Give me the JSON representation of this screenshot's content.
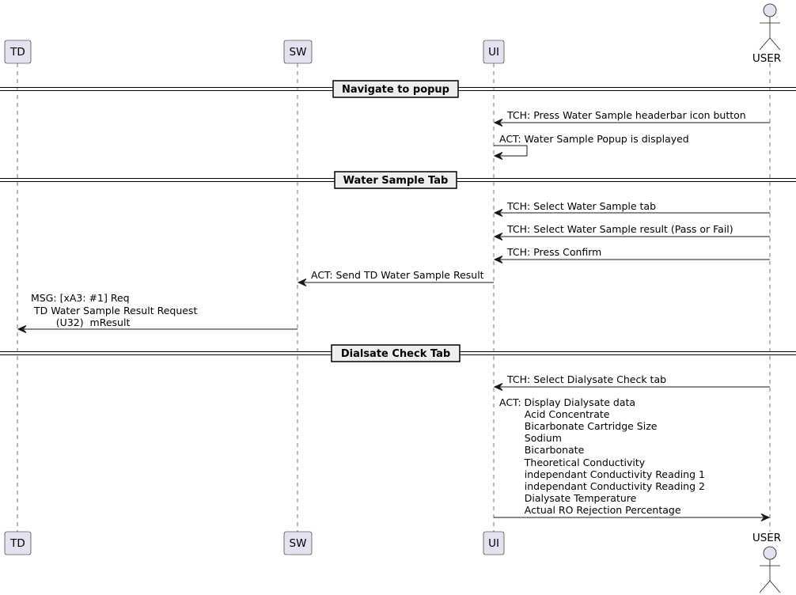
{
  "participants": {
    "td": "TD",
    "sw": "SW",
    "ui": "UI",
    "user": "USER"
  },
  "dividers": [
    {
      "title": "Navigate to popup"
    },
    {
      "title": "Water Sample Tab"
    },
    {
      "title": "Dialsate Check Tab"
    }
  ],
  "messages": [
    {
      "lines": [
        "TCH: Press Water Sample headerbar icon button"
      ]
    },
    {
      "lines": [
        "ACT: Water Sample Popup is displayed"
      ]
    },
    {
      "lines": [
        "TCH: Select Water Sample tab"
      ]
    },
    {
      "lines": [
        "TCH: Select Water Sample result (Pass or Fail)"
      ]
    },
    {
      "lines": [
        "TCH: Press Confirm"
      ]
    },
    {
      "lines": [
        "ACT: Send TD Water Sample Result"
      ]
    },
    {
      "lines": [
        "MSG: [xA3: #1] Req",
        " TD Water Sample Result Request",
        "        (U32)  mResult"
      ]
    },
    {
      "lines": [
        "TCH: Select Dialysate Check tab"
      ]
    },
    {
      "lines": [
        "ACT: Display Dialysate data",
        "        Acid Concentrate",
        "        Bicarbonate Cartridge Size",
        "        Sodium",
        "        Bicarbonate",
        "        Theoretical Conductivity",
        "        independant Conductivity Reading 1",
        "        independant Conductivity Reading 2",
        "        Dialysate Temperature",
        "        Actual RO Rejection Percentage"
      ]
    }
  ]
}
